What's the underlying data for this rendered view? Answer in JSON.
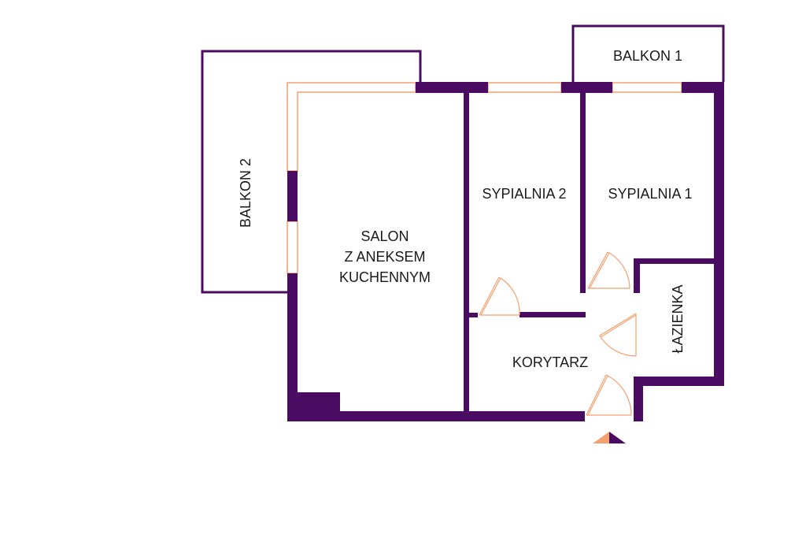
{
  "colors": {
    "wall": "#4a0b62",
    "window": "#f5a070",
    "background": "#ffffff"
  },
  "rooms": {
    "balkon1": "BALKON 1",
    "balkon2": "BALKON 2",
    "sypialnia2": "SYPIALNIA 2",
    "sypialnia1": "SYPIALNIA 1",
    "salon": [
      "SALON",
      "Z ANEKSEM",
      "KUCHENNYM"
    ],
    "lazienka": "ŁAZIENKA",
    "korytarz": "KORYTARZ"
  },
  "icons": {
    "entrance": "entrance-arrow-icon"
  }
}
